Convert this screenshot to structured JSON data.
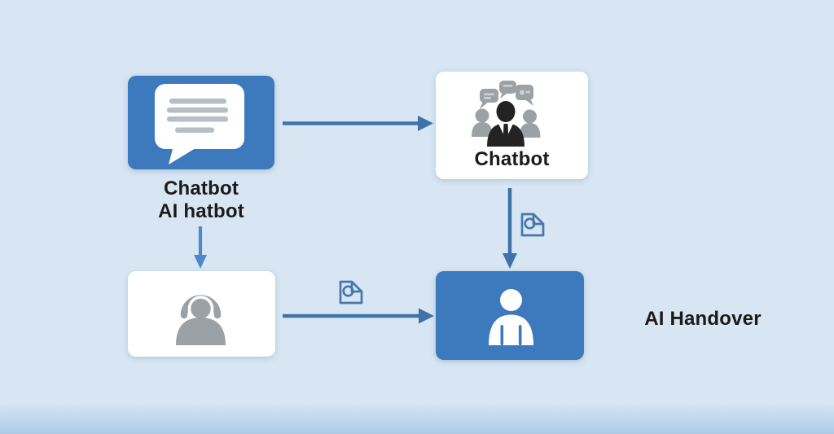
{
  "diagram": {
    "type": "flowchart",
    "nodes": [
      {
        "id": "message",
        "style": "blue",
        "icon": "speech-bubble-icon",
        "caption_line1": "Chatbot",
        "caption_line2": "AI hatbot"
      },
      {
        "id": "chatbot",
        "style": "white",
        "icon": "chatbot-people-icon",
        "label": "Chatbot"
      },
      {
        "id": "agent",
        "style": "white",
        "icon": "support-agent-icon"
      },
      {
        "id": "handover",
        "style": "blue",
        "icon": "person-icon",
        "side_label": "AI Handover"
      }
    ],
    "edges": [
      {
        "from": "message",
        "to": "chatbot",
        "direction": "right"
      },
      {
        "from": "chatbot",
        "to": "handover",
        "direction": "down",
        "icon": "document-icon"
      },
      {
        "from": "message",
        "to": "agent",
        "direction": "down"
      },
      {
        "from": "agent",
        "to": "handover",
        "direction": "right",
        "icon": "document-icon"
      }
    ],
    "colors": {
      "background": "#d8e6f3",
      "node_blue": "#3d7abd",
      "arrow": "#3f72a9",
      "arrow_light": "#4f87cb",
      "doc_icon_stroke": "#4678ad",
      "icon_gray": "#9ca1a6",
      "bubble_bar_gray": "#b7bec7",
      "text": "#1b1b1b"
    }
  }
}
